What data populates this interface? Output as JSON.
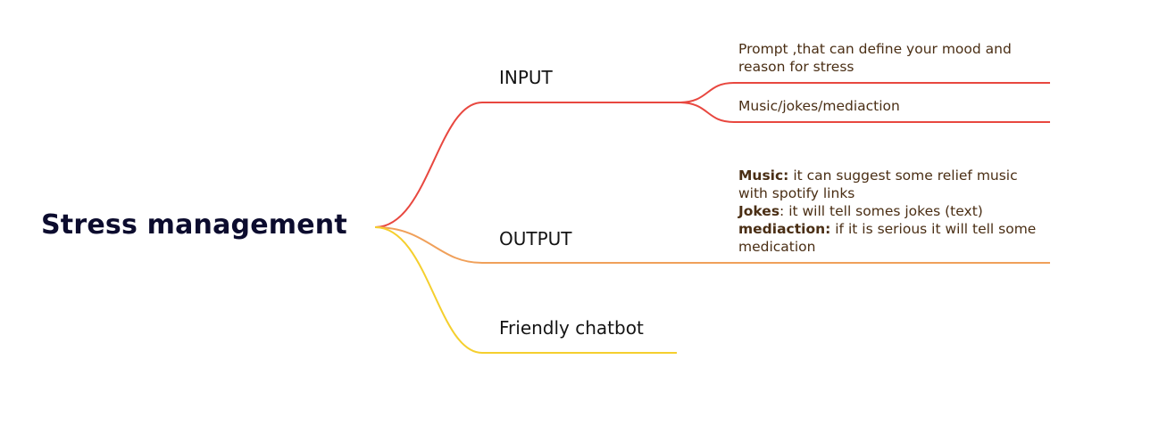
{
  "root": {
    "label": "Stress management"
  },
  "branches": {
    "input": {
      "label": "INPUT",
      "color": "#e8473f",
      "children": [
        {
          "label": "Prompt ,that can define your mood and reason for stress"
        },
        {
          "label": "Music/jokes/mediaction"
        }
      ]
    },
    "output": {
      "label": "OUTPUT",
      "color": "#f0a05a",
      "details": [
        {
          "key": "Music:",
          "text": " it can suggest some relief music with spotify links"
        },
        {
          "key": "Jokes",
          "text": ": it will tell somes jokes (text)"
        },
        {
          "key": "mediaction:",
          "text": " if it is serious it will tell some medication"
        }
      ]
    },
    "chatbot": {
      "label": "Friendly chatbot",
      "color": "#f5cf2e"
    }
  }
}
